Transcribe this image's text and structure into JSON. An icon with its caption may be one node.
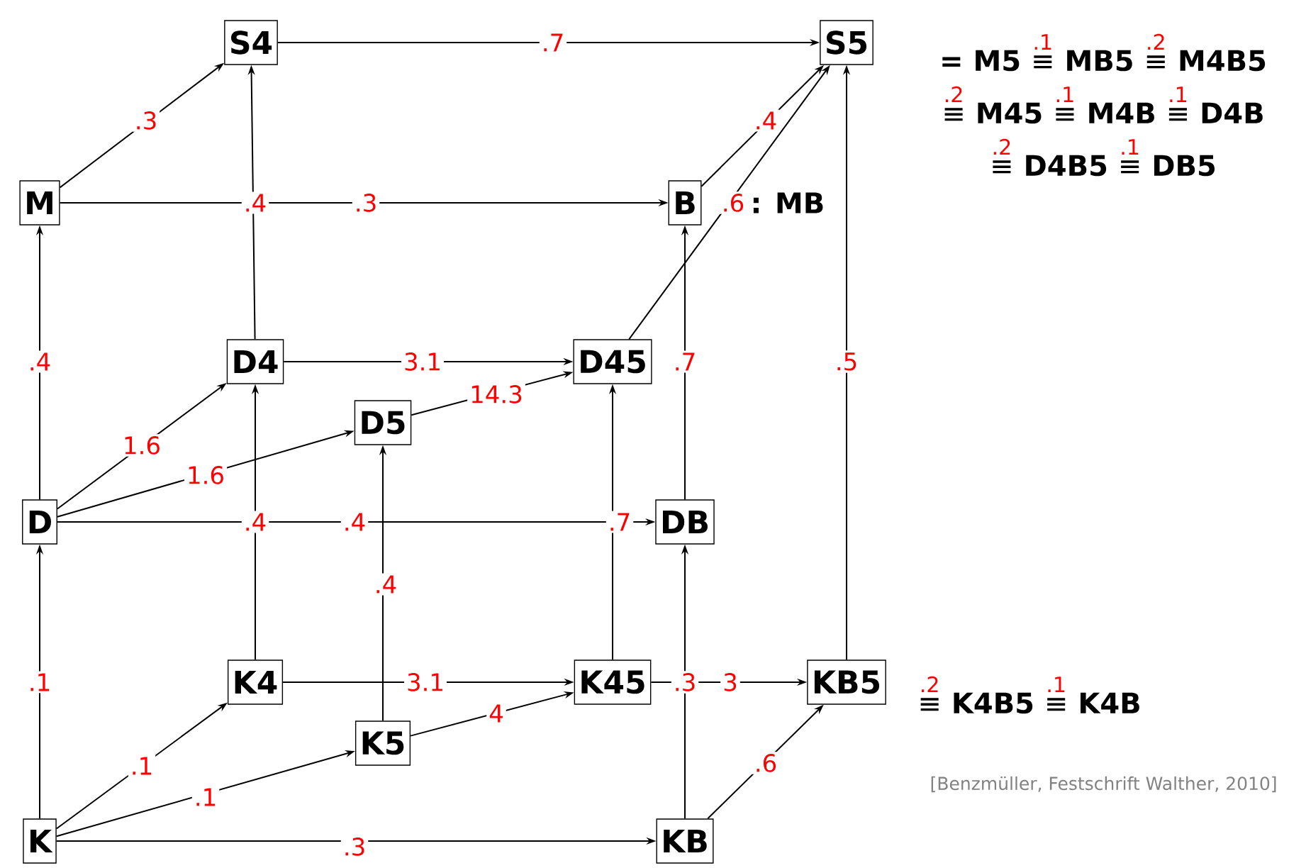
{
  "diagram": {
    "nodes": [
      {
        "text": [
          "S4"
        ]
      },
      {
        "text": [
          "S5"
        ],
        "beside": [
          "= M5",
          "≡",
          ".1",
          "MB5",
          "≡",
          ".2",
          "M4B5",
          "≡",
          ".2",
          "M45",
          "≡",
          ".1",
          "M4B",
          "≡",
          ".1",
          "D4B",
          "≡",
          ".2",
          "D4B5",
          "≡",
          ".1",
          "DB5"
        ]
      },
      {
        "text": [
          "M"
        ]
      },
      {
        "text": [
          "B"
        ],
        "beside": [
          ": MB"
        ]
      },
      {
        "text": [
          "D4"
        ]
      },
      {
        "text": [
          "D45"
        ]
      },
      {
        "text": [
          "D5"
        ]
      },
      {
        "text": [
          "D"
        ]
      },
      {
        "text": [
          "DB"
        ]
      },
      {
        "text": [
          "K4"
        ]
      },
      {
        "text": [
          "K45"
        ]
      },
      {
        "text": [
          "KB5"
        ],
        "beside": [
          "≡",
          ".2",
          "K4B5",
          "≡",
          ".1",
          "K4B"
        ]
      },
      {
        "text": [
          "K5"
        ]
      },
      {
        "text": [
          "K"
        ]
      },
      {
        "text": [
          "KB"
        ]
      }
    ],
    "edges": [
      {
        "from": 0,
        "to": 1,
        "arrow": "to",
        "label": ".7"
      },
      {
        "from": 2,
        "to": 0,
        "arrow": "to",
        "label": ".3"
      },
      {
        "from": 2,
        "to": 3,
        "arrow": "to",
        "label": ".3"
      },
      {
        "from": 4,
        "to": 0,
        "arrow": "to",
        "label": ".4"
      },
      {
        "from": 3,
        "to": 1,
        "arrow": "to",
        "label": ".4"
      },
      {
        "from": 5,
        "to": 1,
        "arrow": "to",
        "label": ".6"
      },
      {
        "from": 7,
        "to": 2,
        "arrow": "to",
        "label": ".4"
      },
      {
        "from": 7,
        "to": 4,
        "arrow": "to",
        "label": "1.6"
      },
      {
        "from": 7,
        "to": 6,
        "arrow": "to",
        "label": "1.6"
      },
      {
        "from": 4,
        "to": 5,
        "arrow": "to",
        "label": "3.1"
      },
      {
        "from": 6,
        "to": 5,
        "arrow": "to",
        "label": "14.3"
      },
      {
        "from": 7,
        "to": 8,
        "arrow": "to",
        "label": ".4"
      },
      {
        "from": 9,
        "to": 4,
        "arrow": "to",
        "label": ".4"
      },
      {
        "from": 12,
        "to": 6,
        "arrow": "to",
        "label": ".4"
      },
      {
        "from": 10,
        "to": 5,
        "arrow": "to",
        "label": ".7"
      },
      {
        "from": 8,
        "to": 3,
        "arrow": "to",
        "label": ".7"
      },
      {
        "from": 13,
        "to": 7,
        "arrow": "to",
        "label": ".1"
      },
      {
        "from": 13,
        "to": 9,
        "arrow": "to",
        "label": ".1"
      },
      {
        "from": 13,
        "to": 12,
        "arrow": "to",
        "label": ".1"
      },
      {
        "from": 13,
        "to": 14,
        "arrow": "to",
        "label": ".3"
      },
      {
        "from": 9,
        "to": 10,
        "arrow": "to",
        "label": "3.1"
      },
      {
        "from": 12,
        "to": 10,
        "arrow": "to",
        "label": "4"
      },
      {
        "from": 14,
        "to": 8,
        "arrow": "to",
        "label": ".3"
      },
      {
        "from": 10,
        "to": 11,
        "arrow": "to",
        "label": "3"
      },
      {
        "from": 14,
        "to": 11,
        "arrow": "to",
        "label": ".6"
      },
      {
        "from": 11,
        "to": 1,
        "arrow": "to",
        "label": ".5"
      }
    ],
    "labels": [
      "[Benzmüller, Festschrift Walther, 2010]"
    ]
  }
}
